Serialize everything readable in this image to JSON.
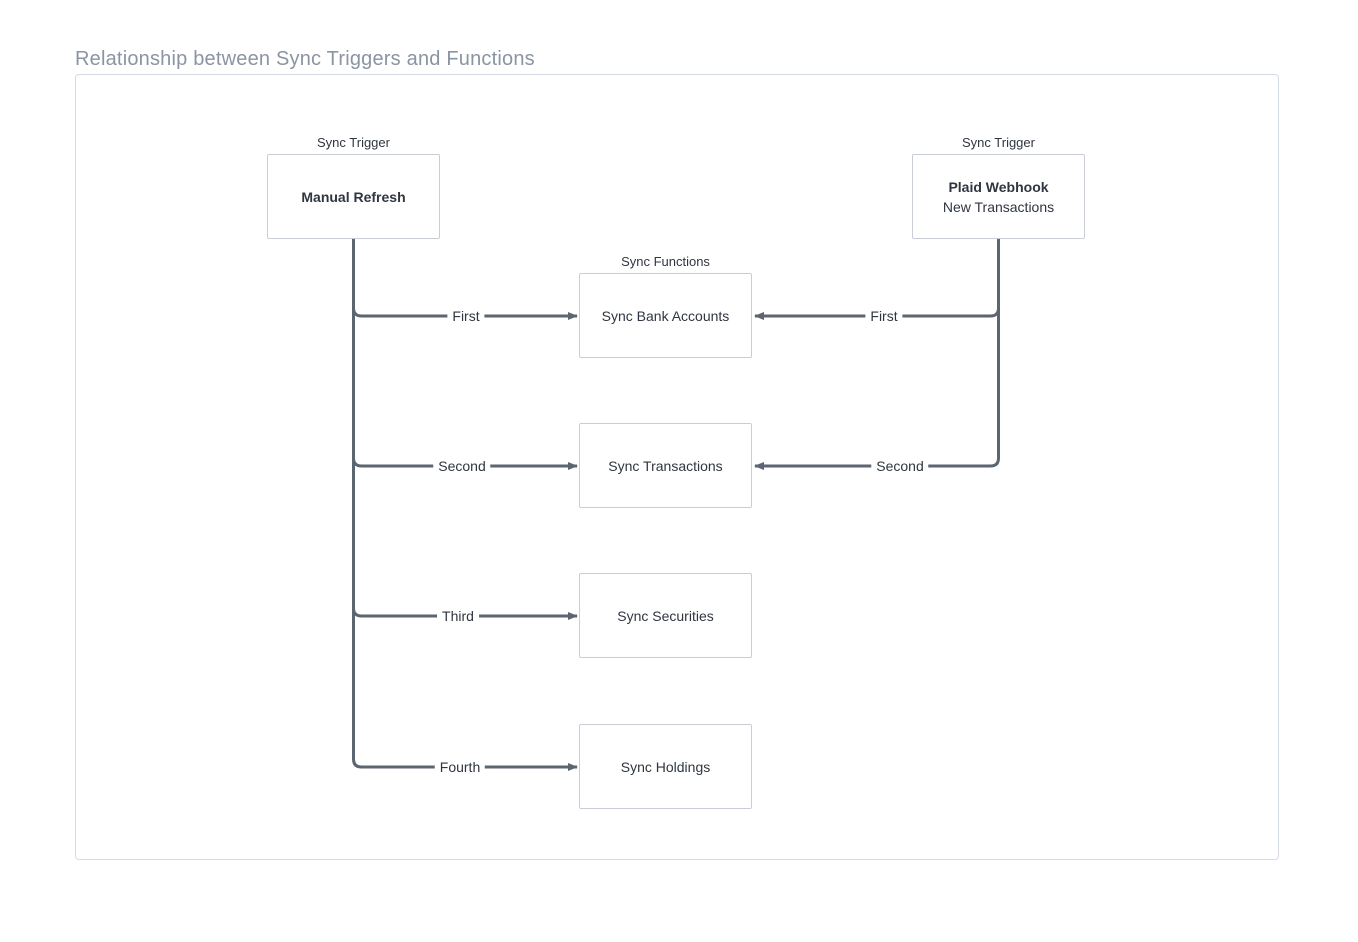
{
  "title": "Relationship between Sync Triggers and Functions",
  "left_trigger": {
    "label": "Sync Trigger",
    "name": "Manual Refresh"
  },
  "right_trigger": {
    "label": "Sync Trigger",
    "name": "Plaid Webhook",
    "subtitle": "New Transactions"
  },
  "functions_label": "Sync Functions",
  "functions": [
    "Sync Bank Accounts",
    "Sync Transactions",
    "Sync Securities",
    "Sync Holdings"
  ],
  "left_connector_labels": [
    "First",
    "Second",
    "Third",
    "Fourth"
  ],
  "right_connector_labels": [
    "First",
    "Second"
  ],
  "colors": {
    "line": "#5c6670",
    "box-border": "#c9ced6",
    "panel-border": "#d5dbe3",
    "title": "#8a94a3",
    "text": "#2f3640"
  }
}
